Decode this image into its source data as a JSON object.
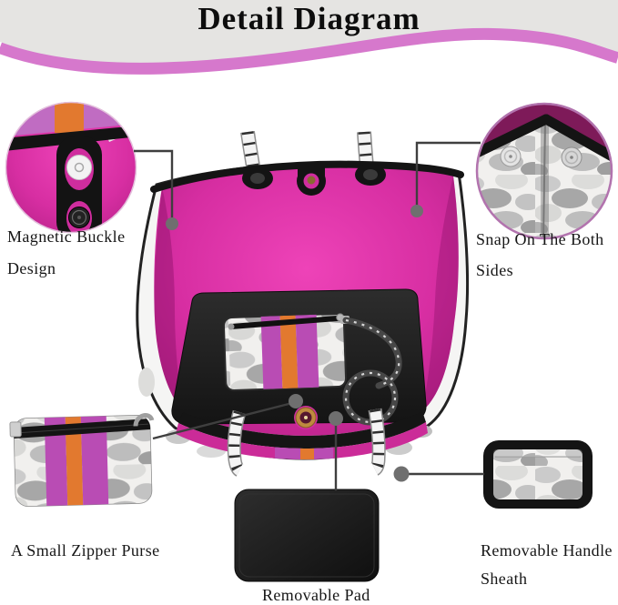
{
  "title": "Detail Diagram",
  "callouts": {
    "magnetic_buckle": {
      "line1": "Magnetic Buckle",
      "line2": "Design"
    },
    "snap_sides": {
      "line1": "Snap On The Both",
      "line2": "Sides"
    },
    "zipper_purse": {
      "line1": "A Small Zipper Purse"
    },
    "removable_pad": {
      "line1": "Removable Pad"
    },
    "handle_sheath": {
      "line1": "Removable Handle",
      "line2": "Sheath"
    }
  },
  "colors": {
    "ribbon-pink": "#d678cc",
    "header-gray": "#e5e4e2",
    "bag-pink": "#cb2b98",
    "bag-pink-bright": "#e23bb0",
    "stripe-purple": "#b94cb4",
    "stripe-orange": "#e2792f",
    "trim-black": "#161616",
    "camo-light": "#f1f0ee",
    "camo-mid": "#cfcfcf",
    "camo-dark": "#a7a7a7",
    "connector-gray": "#3f3f3f",
    "dot-gray": "#6f6f6f",
    "snap-silver": "#e0e0e0",
    "magenta-dark": "#7e1a59",
    "brass": "#bf8a3f"
  }
}
